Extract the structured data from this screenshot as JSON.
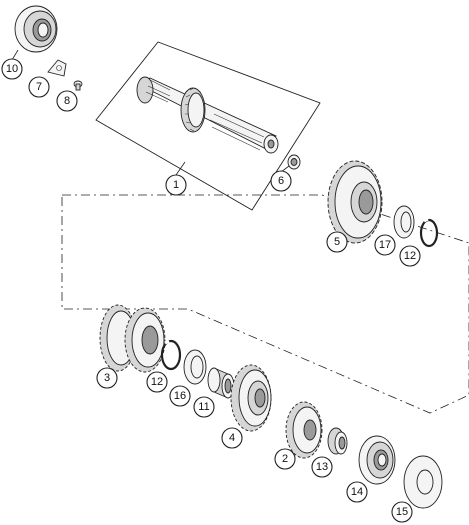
{
  "callouts": [
    {
      "id": "1",
      "label": "1"
    },
    {
      "id": "2",
      "label": "2"
    },
    {
      "id": "3",
      "label": "3"
    },
    {
      "id": "4",
      "label": "4"
    },
    {
      "id": "5",
      "label": "5"
    },
    {
      "id": "6",
      "label": "6"
    },
    {
      "id": "7",
      "label": "7"
    },
    {
      "id": "8",
      "label": "8"
    },
    {
      "id": "10",
      "label": "10"
    },
    {
      "id": "11",
      "label": "11"
    },
    {
      "id": "12a",
      "label": "12"
    },
    {
      "id": "12b",
      "label": "12"
    },
    {
      "id": "13",
      "label": "13"
    },
    {
      "id": "14",
      "label": "14"
    },
    {
      "id": "15",
      "label": "15"
    },
    {
      "id": "16",
      "label": "16"
    },
    {
      "id": "17",
      "label": "17"
    }
  ]
}
